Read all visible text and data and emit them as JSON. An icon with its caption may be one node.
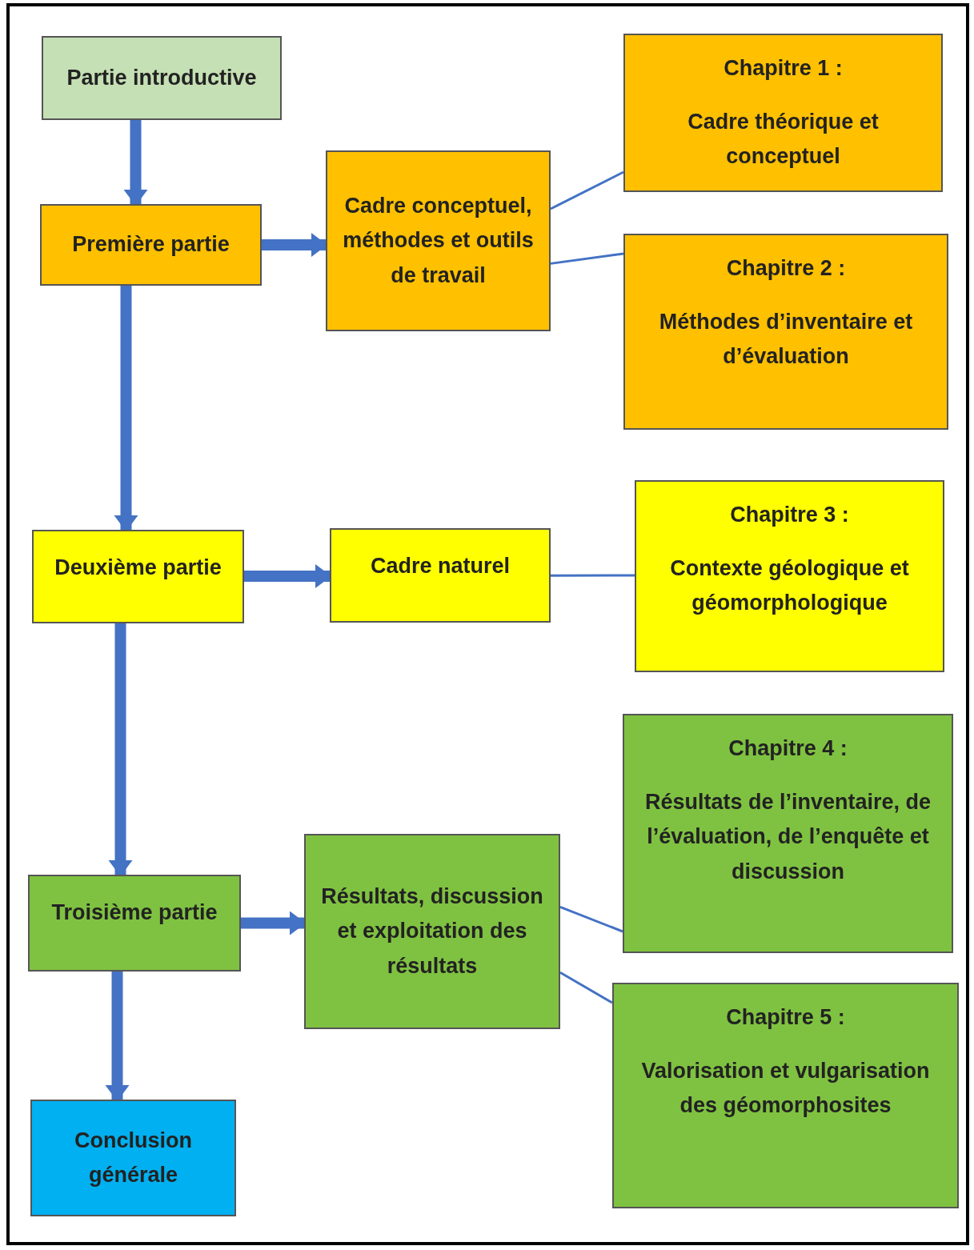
{
  "diagram": {
    "nodes": [
      {
        "text": [
          "Partie introductive"
        ]
      },
      {
        "text": [
          "Première partie"
        ]
      },
      {
        "text": [
          "Cadre conceptuel, méthodes et outils de travail"
        ]
      },
      {
        "text": [
          "Chapitre 1 :",
          "Cadre théorique et conceptuel"
        ]
      },
      {
        "text": [
          "Chapitre 2 :",
          "Méthodes d’inventaire et d’évaluation"
        ]
      },
      {
        "text": [
          "Deuxième partie"
        ]
      },
      {
        "text": [
          "Cadre naturel"
        ]
      },
      {
        "text": [
          "Chapitre 3 :",
          "Contexte géologique et géomorphologique"
        ]
      },
      {
        "text": [
          "Troisième partie"
        ]
      },
      {
        "text": [
          "Résultats, discussion et exploitation des résultats"
        ]
      },
      {
        "text": [
          "Chapitre 4 :",
          "Résultats de l’inventaire, de l’évaluation, de l’enquête et discussion"
        ]
      },
      {
        "text": [
          "Chapitre 5 :",
          "Valorisation et vulgarisation des géomorphosites"
        ]
      },
      {
        "text": [
          "Conclusion générale"
        ]
      }
    ],
    "edges": [
      {
        "from": 0,
        "to": 1,
        "arrow": "to"
      },
      {
        "from": 1,
        "to": 5,
        "arrow": "to"
      },
      {
        "from": 5,
        "to": 8,
        "arrow": "to"
      },
      {
        "from": 8,
        "to": 12,
        "arrow": "to"
      },
      {
        "from": 1,
        "to": 2,
        "arrow": "to"
      },
      {
        "from": 2,
        "to": 3,
        "arrow": "none"
      },
      {
        "from": 2,
        "to": 4,
        "arrow": "none"
      },
      {
        "from": 5,
        "to": 6,
        "arrow": "to"
      },
      {
        "from": 6,
        "to": 7,
        "arrow": "none"
      },
      {
        "from": 8,
        "to": 9,
        "arrow": "to"
      },
      {
        "from": 9,
        "to": 10,
        "arrow": "none"
      },
      {
        "from": 9,
        "to": 11,
        "arrow": "none"
      }
    ]
  }
}
